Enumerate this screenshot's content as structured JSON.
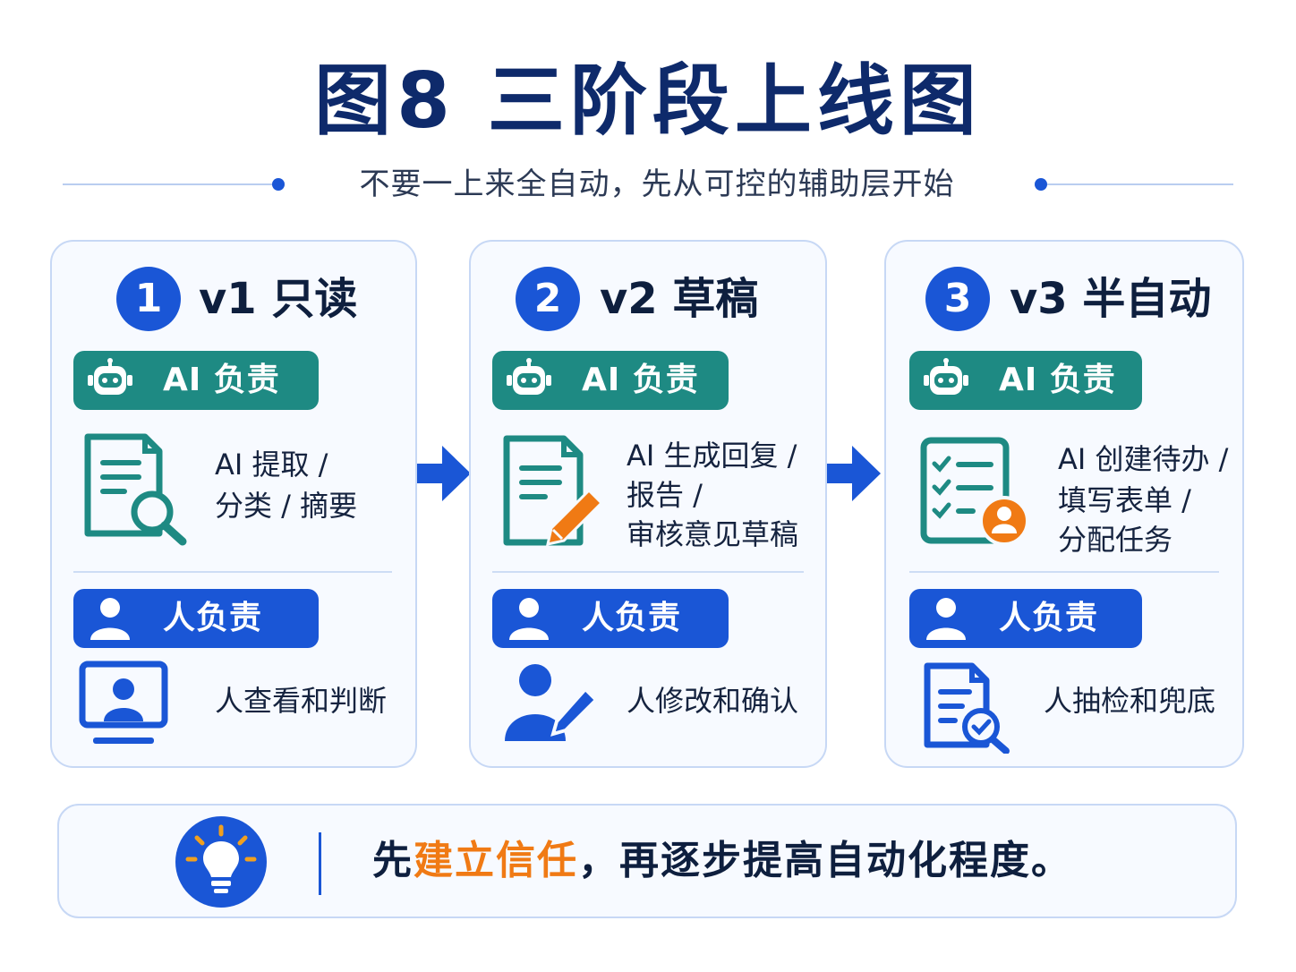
{
  "title": "图8 三阶段上线图",
  "subtitle": "不要一上来全自动，先从可控的辅助层开始",
  "stages": [
    {
      "number": "1",
      "title": "v1 只读",
      "ai_label": "AI 负责",
      "ai_desc_lines": [
        "AI 提取 /",
        "分类 / 摘要"
      ],
      "human_label": "人负责",
      "human_desc": "人查看和判断"
    },
    {
      "number": "2",
      "title": "v2 草稿",
      "ai_label": "AI 负责",
      "ai_desc_lines": [
        "AI 生成回复 /",
        "报告 /",
        "审核意见草稿"
      ],
      "human_label": "人负责",
      "human_desc": "人修改和确认"
    },
    {
      "number": "3",
      "title": "v3 半自动",
      "ai_label": "AI 负责",
      "ai_desc_lines": [
        "AI 创建待办 /",
        "填写表单 /",
        "分配任务"
      ],
      "human_label": "人负责",
      "human_desc": "人抽检和兜底"
    }
  ],
  "banner": {
    "prefix": "先",
    "highlight": "建立信任",
    "suffix": "，再逐步提高自动化程度。"
  },
  "colors": {
    "primary": "#1a56d6",
    "teal": "#1e8a83",
    "orange": "#f07a14",
    "title": "#0e2a6b"
  },
  "icons": [
    "robot-icon",
    "document-search-icon",
    "document-pencil-icon",
    "checklist-user-icon",
    "user-icon",
    "monitor-user-icon",
    "user-pencil-icon",
    "document-check-icon",
    "lightbulb-icon",
    "arrow-right-icon"
  ]
}
